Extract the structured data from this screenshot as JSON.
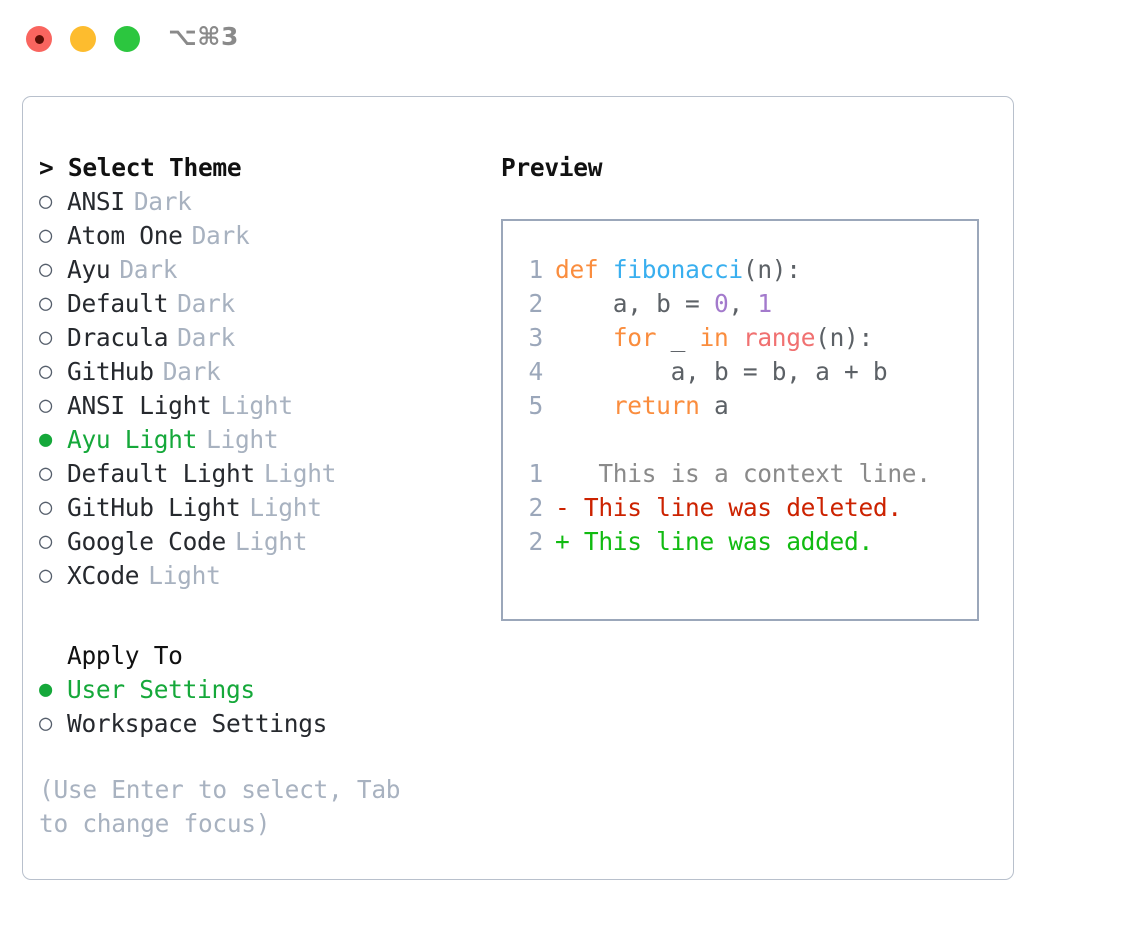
{
  "titlebar": {
    "shortcut": "⌥⌘3",
    "dots": [
      {
        "name": "close",
        "color": "#f9655f"
      },
      {
        "name": "minimize",
        "color": "#fdbc2e"
      },
      {
        "name": "maximize",
        "color": "#2cc63f"
      }
    ]
  },
  "theme_section": {
    "prefix": "> ",
    "title": "Select Theme",
    "options": [
      {
        "bullet": "○",
        "label": "ANSI",
        "tag": "Dark",
        "selected": false
      },
      {
        "bullet": "○",
        "label": "Atom One",
        "tag": "Dark",
        "selected": false
      },
      {
        "bullet": "○",
        "label": "Ayu",
        "tag": "Dark",
        "selected": false
      },
      {
        "bullet": "○",
        "label": "Default",
        "tag": "Dark",
        "selected": false
      },
      {
        "bullet": "○",
        "label": "Dracula",
        "tag": "Dark",
        "selected": false
      },
      {
        "bullet": "○",
        "label": "GitHub",
        "tag": "Dark",
        "selected": false
      },
      {
        "bullet": "○",
        "label": "ANSI Light",
        "tag": "Light",
        "selected": false
      },
      {
        "bullet": "●",
        "label": "Ayu Light",
        "tag": "Light",
        "selected": true
      },
      {
        "bullet": "○",
        "label": "Default Light",
        "tag": "Light",
        "selected": false
      },
      {
        "bullet": "○",
        "label": "GitHub Light",
        "tag": "Light",
        "selected": false
      },
      {
        "bullet": "○",
        "label": "Google Code",
        "tag": "Light",
        "selected": false
      },
      {
        "bullet": "○",
        "label": "XCode",
        "tag": "Light",
        "selected": false
      }
    ]
  },
  "apply_section": {
    "title": "Apply To",
    "options": [
      {
        "bullet": "●",
        "label": "User Settings",
        "selected": true
      },
      {
        "bullet": "○",
        "label": "Workspace Settings",
        "selected": false
      }
    ]
  },
  "hint": "(Use Enter to select, Tab to change focus)",
  "preview": {
    "title": "Preview",
    "code_lines": [
      {
        "num": "1",
        "tokens": [
          {
            "t": "def",
            "c": "kw"
          },
          {
            "t": " ",
            "c": "pl"
          },
          {
            "t": "fibonacci",
            "c": "fn"
          },
          {
            "t": "(n):",
            "c": "punc"
          }
        ]
      },
      {
        "num": "2",
        "tokens": [
          {
            "t": "    a, b = ",
            "c": "pl"
          },
          {
            "t": "0",
            "c": "num"
          },
          {
            "t": ", ",
            "c": "pl"
          },
          {
            "t": "1",
            "c": "num"
          }
        ]
      },
      {
        "num": "3",
        "tokens": [
          {
            "t": "    ",
            "c": "pl"
          },
          {
            "t": "for",
            "c": "kw"
          },
          {
            "t": " _ ",
            "c": "pl"
          },
          {
            "t": "in",
            "c": "kw"
          },
          {
            "t": " ",
            "c": "pl"
          },
          {
            "t": "range",
            "c": "bi"
          },
          {
            "t": "(n):",
            "c": "punc"
          }
        ]
      },
      {
        "num": "4",
        "tokens": [
          {
            "t": "        a, b = b, a + b",
            "c": "pl"
          }
        ]
      },
      {
        "num": "5",
        "tokens": [
          {
            "t": "    ",
            "c": "pl"
          },
          {
            "t": "return",
            "c": "kw"
          },
          {
            "t": " a",
            "c": "pl"
          }
        ]
      }
    ],
    "diff_lines": [
      {
        "num": "1",
        "marker": " ",
        "text": "  This is a context line.",
        "kind": "ctx"
      },
      {
        "num": "2",
        "marker": "-",
        "text": " This line was deleted.",
        "kind": "del"
      },
      {
        "num": "2",
        "marker": "+",
        "text": " This line was added.",
        "kind": "add"
      }
    ]
  },
  "colors": {
    "accent_green": "#15a83a",
    "muted": "#a8b2c0",
    "keyword": "#fa8d3e",
    "function": "#39afef",
    "number": "#a37acc",
    "builtin": "#f07171",
    "diff_delete": "#cc2200",
    "diff_add": "#11bb11",
    "border": "#9ba7ba"
  }
}
